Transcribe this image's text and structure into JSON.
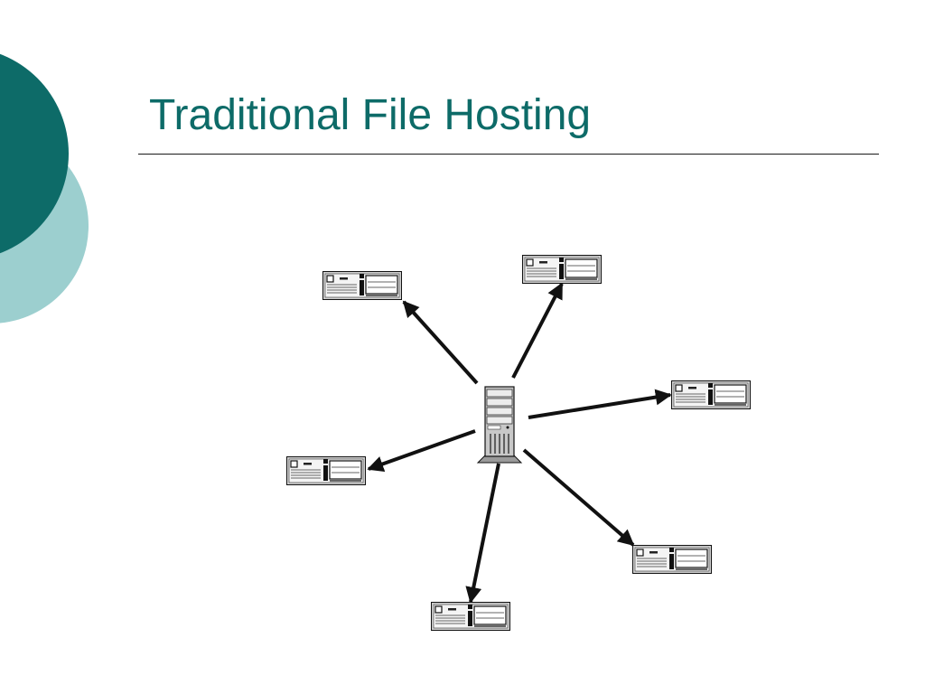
{
  "slide": {
    "title": "Traditional File Hosting"
  },
  "colors": {
    "accent_dark": "#0d6b68",
    "accent_light": "#9ccfcf",
    "title_text": "#0d6b68",
    "arrow": "#111111"
  },
  "diagram": {
    "hub": {
      "name": "server",
      "icon": "tower-server-icon"
    },
    "clients": [
      {
        "name": "client-1",
        "icon": "desktop-computer-icon"
      },
      {
        "name": "client-2",
        "icon": "desktop-computer-icon"
      },
      {
        "name": "client-3",
        "icon": "desktop-computer-icon"
      },
      {
        "name": "client-4",
        "icon": "desktop-computer-icon"
      },
      {
        "name": "client-5",
        "icon": "desktop-computer-icon"
      },
      {
        "name": "client-6",
        "icon": "desktop-computer-icon"
      }
    ],
    "edges": [
      {
        "from": "server",
        "to": "client-1",
        "direction": "outgoing"
      },
      {
        "from": "server",
        "to": "client-2",
        "direction": "outgoing"
      },
      {
        "from": "server",
        "to": "client-3",
        "direction": "outgoing"
      },
      {
        "from": "server",
        "to": "client-4",
        "direction": "outgoing"
      },
      {
        "from": "server",
        "to": "client-5",
        "direction": "outgoing"
      },
      {
        "from": "server",
        "to": "client-6",
        "direction": "outgoing"
      }
    ]
  }
}
